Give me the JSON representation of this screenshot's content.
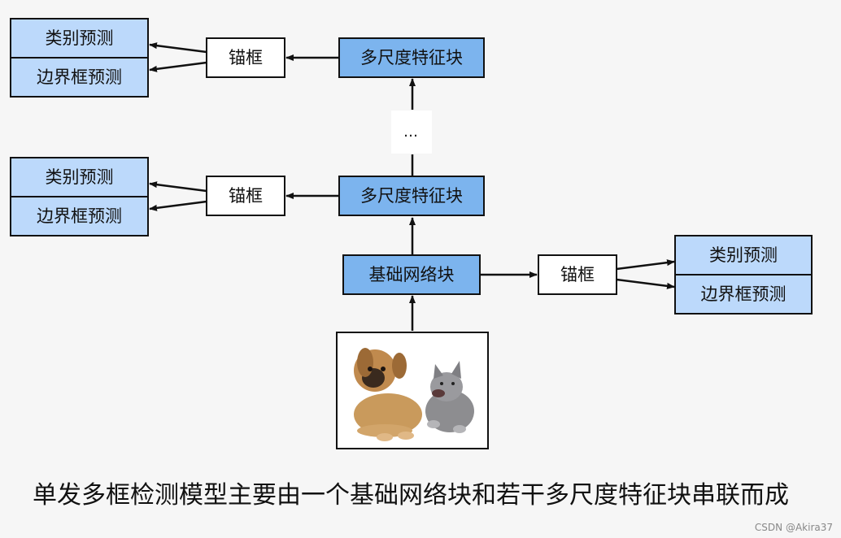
{
  "diagram": {
    "nodes": {
      "feature_top": "多尺度特征块",
      "feature_mid": "多尺度特征块",
      "base": "基础网络块",
      "anchor_top": "锚框",
      "anchor_mid": "锚框",
      "anchor_base": "锚框",
      "ellipsis": "…",
      "pred_top": {
        "class": "类别预测",
        "bbox": "边界框预测"
      },
      "pred_mid": {
        "class": "类别预测",
        "bbox": "边界框预测"
      },
      "pred_base": {
        "class": "类别预测",
        "bbox": "边界框预测"
      }
    },
    "input_image": "dog-and-cat photo"
  },
  "caption": "单发多框检测模型主要由一个基础网络块和若干多尺度特征块串联而成",
  "watermark": "CSDN @Akira37",
  "colors": {
    "feature_block": "#7cb4ee",
    "prediction_box": "#bcd9fb",
    "anchor_box": "#ffffff",
    "background": "#f6f6f6"
  }
}
